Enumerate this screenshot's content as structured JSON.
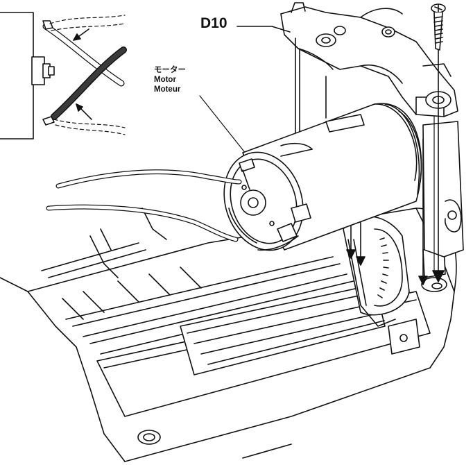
{
  "labels": {
    "part_code": "D10",
    "motor_jp": "モーター",
    "motor_en": "Motor",
    "motor_fr": "Moteur"
  },
  "colors": {
    "ink": "#111111",
    "paper": "#ffffff",
    "shade": "#d9d9d9",
    "wire_dark": "#3a3a3a"
  }
}
